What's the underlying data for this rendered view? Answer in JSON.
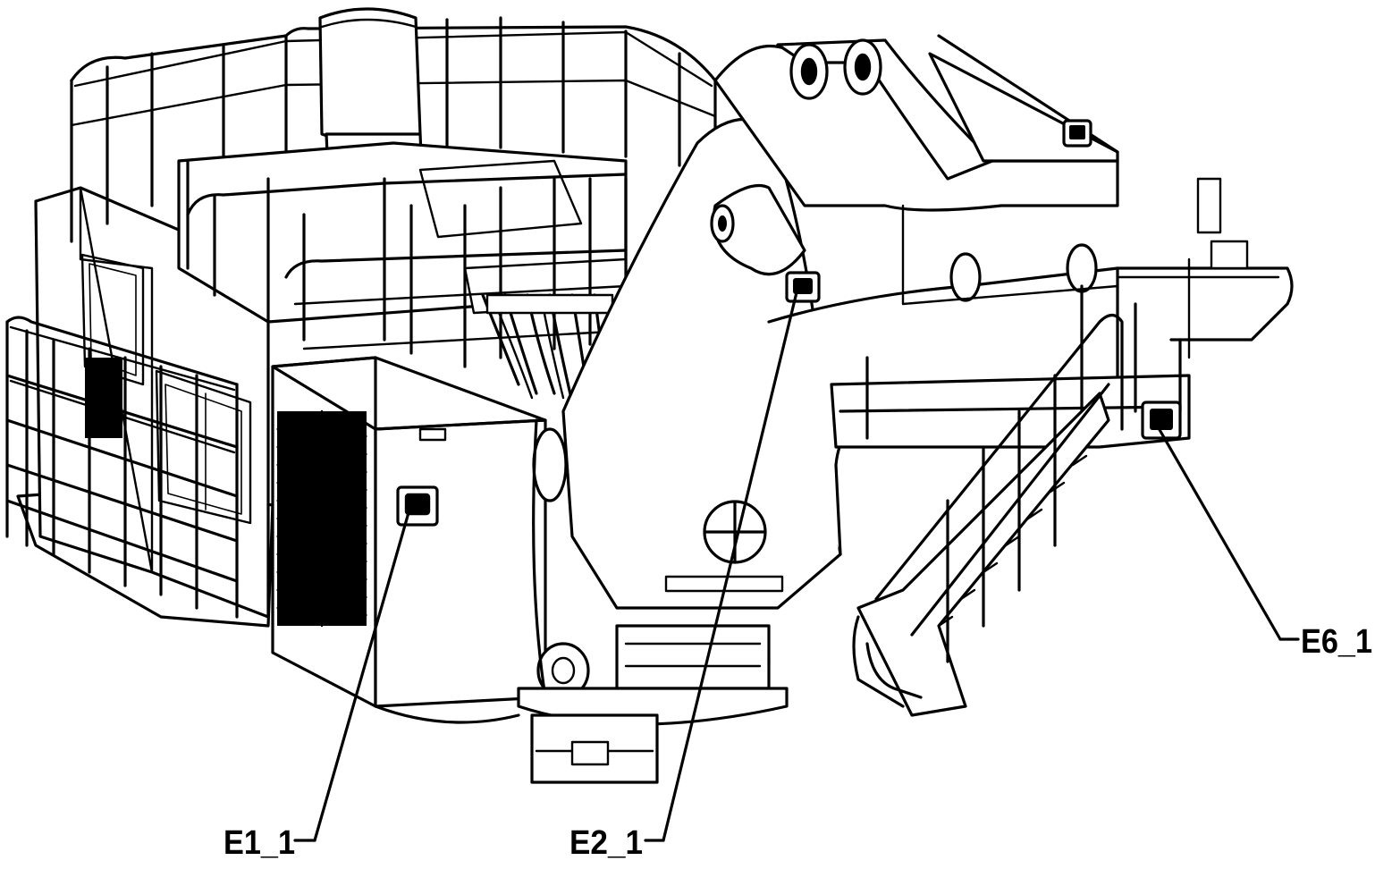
{
  "diagram": {
    "callouts": [
      {
        "id": "E1_1",
        "label": "E1_1"
      },
      {
        "id": "E2_1",
        "label": "E2_1"
      },
      {
        "id": "E6_1",
        "label": "E6_1"
      }
    ]
  }
}
